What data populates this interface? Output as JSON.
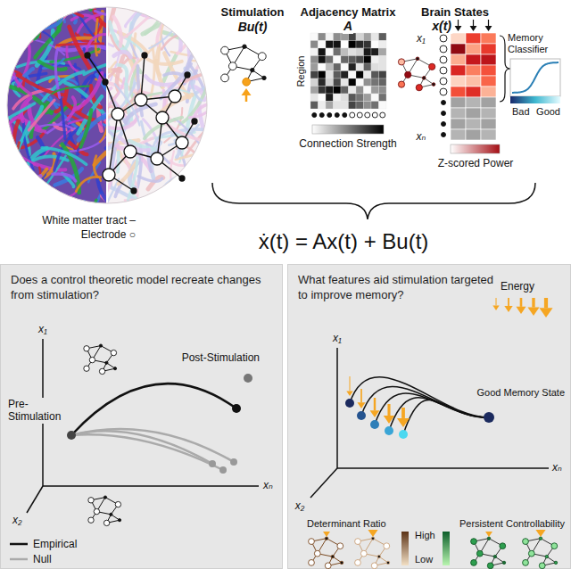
{
  "diagram": {
    "nodes": [
      {
        "text": [
          "Does a control theoretic model recreate changes from stimulation?"
        ]
      },
      {
        "text": [
          "What features aid stimulation targeted to improve memory?"
        ]
      }
    ],
    "labels": [
      "Stimulation",
      "Bu(t)",
      "Adjacency Matrix",
      "A",
      "Brain States",
      "x(t)",
      "Memory Classifier",
      "Region",
      "Connection Strength",
      "x₁",
      "xₙ",
      "Z-scored Power",
      "Bad",
      "Good",
      "White matter tract –",
      "Electrode ○",
      "ẋ(t) = Ax(t) + Bu(t)",
      "x₁",
      "Post-Stimulation",
      "Pre- Stimulation",
      "xₙ",
      "x₂",
      "Energy",
      "x₁",
      "Good Memory State",
      "xₙ",
      "x₂",
      "Determinant Ratio",
      "High",
      "Low",
      "Persistent Controllability"
    ],
    "legend": [
      {
        "text": "Empirical"
      },
      {
        "text": "Null"
      }
    ]
  }
}
